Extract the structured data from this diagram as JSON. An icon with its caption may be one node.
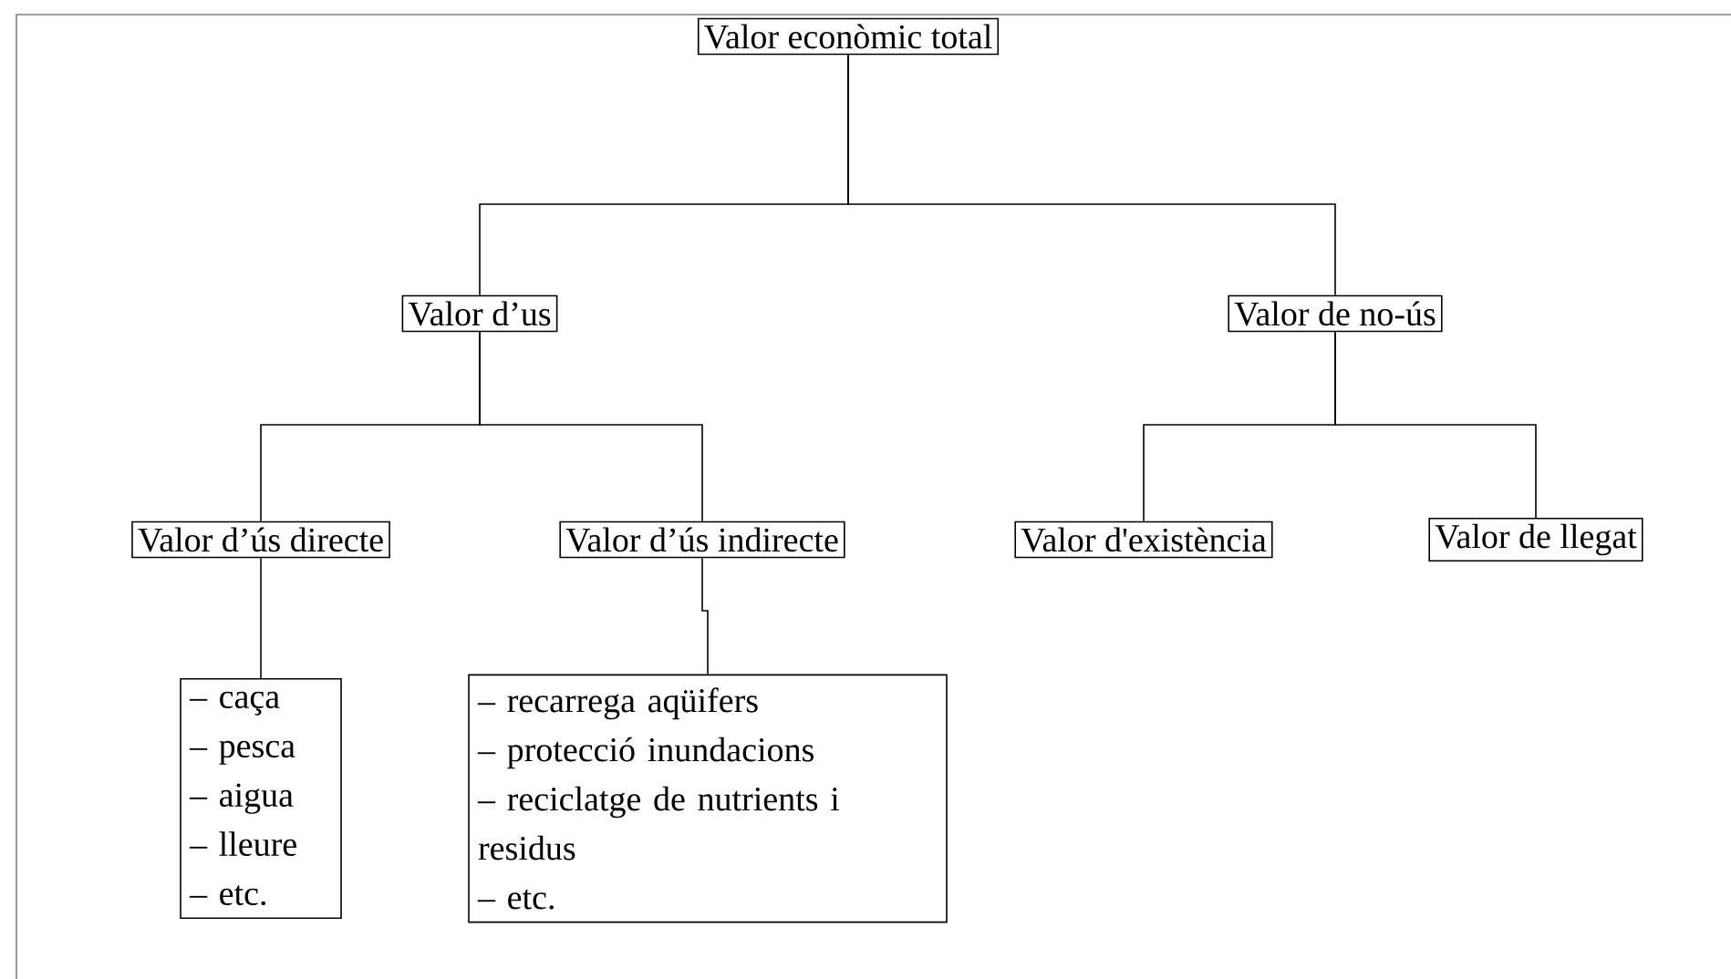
{
  "diagram": {
    "nodes": [
      {
        "text": [
          "Valor econòmic total"
        ]
      },
      {
        "text": [
          "Valor d’us"
        ]
      },
      {
        "text": [
          "Valor de no-ús"
        ]
      },
      {
        "text": [
          "Valor d’ús directe"
        ]
      },
      {
        "text": [
          "Valor d’ús indirecte"
        ]
      },
      {
        "text": [
          "Valor d'existència"
        ]
      },
      {
        "text": [
          "Valor de llegat"
        ]
      },
      {
        "text": [
          "– caça",
          "– pesca",
          "– aigua",
          "– lleure",
          "– etc."
        ]
      },
      {
        "text": [
          "– recarrega aqüifers",
          "– protecció inundacions",
          "– reciclatge de nutrients i residus",
          "– etc."
        ]
      }
    ],
    "edges": [
      {
        "from": 0,
        "to": 1,
        "arrow": "none"
      },
      {
        "from": 0,
        "to": 2,
        "arrow": "none"
      },
      {
        "from": 1,
        "to": 3,
        "arrow": "none"
      },
      {
        "from": 1,
        "to": 4,
        "arrow": "none"
      },
      {
        "from": 2,
        "to": 5,
        "arrow": "none"
      },
      {
        "from": 2,
        "to": 6,
        "arrow": "none"
      },
      {
        "from": 3,
        "to": 7,
        "arrow": "none"
      },
      {
        "from": 4,
        "to": 8,
        "arrow": "none"
      }
    ]
  }
}
